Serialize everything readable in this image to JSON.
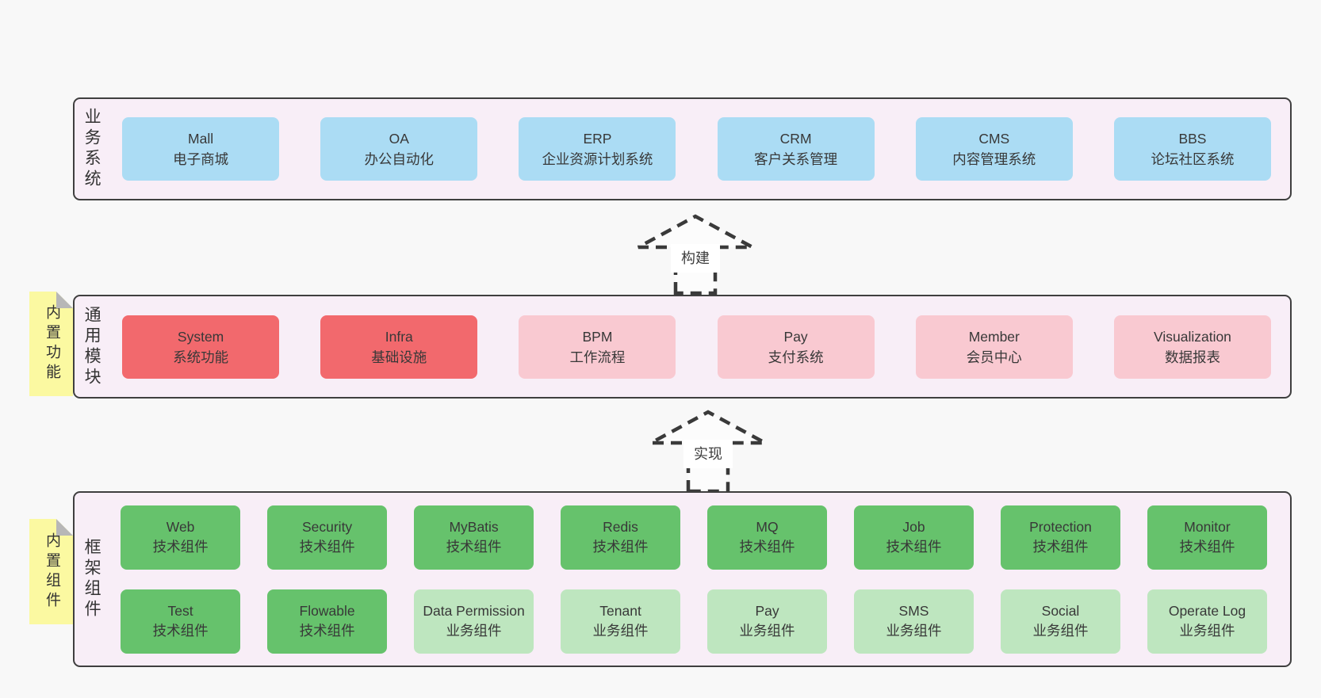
{
  "colors": {
    "blue": "#abdcf4",
    "red": "#f2696d",
    "pink": "#f9c9d1",
    "green": "#66c26c",
    "green_light": "#bee6bf",
    "sticky_yellow": "#fbf9a1",
    "layer_background": "#f8eef7",
    "border": "#3f3f3f"
  },
  "layers": {
    "business": {
      "label": "业务系统",
      "boxes": [
        {
          "name": "Mall",
          "desc": "电子商城",
          "variant": "blue"
        },
        {
          "name": "OA",
          "desc": "办公自动化",
          "variant": "blue"
        },
        {
          "name": "ERP",
          "desc": "企业资源计划系统",
          "variant": "blue"
        },
        {
          "name": "CRM",
          "desc": "客户关系管理",
          "variant": "blue"
        },
        {
          "name": "CMS",
          "desc": "内容管理系统",
          "variant": "blue"
        },
        {
          "name": "BBS",
          "desc": "论坛社区系统",
          "variant": "blue"
        }
      ]
    },
    "modules": {
      "label": "通用模块",
      "sticky": "内置功能",
      "boxes": [
        {
          "name": "System",
          "desc": "系统功能",
          "variant": "red"
        },
        {
          "name": "Infra",
          "desc": "基础设施",
          "variant": "red"
        },
        {
          "name": "BPM",
          "desc": "工作流程",
          "variant": "pink"
        },
        {
          "name": "Pay",
          "desc": "支付系统",
          "variant": "pink"
        },
        {
          "name": "Member",
          "desc": "会员中心",
          "variant": "pink"
        },
        {
          "name": "Visualization",
          "desc": "数据报表",
          "variant": "pink"
        }
      ]
    },
    "components": {
      "label": "框架组件",
      "sticky": "内置组件",
      "rows": {
        "row1": [
          {
            "name": "Web",
            "desc": "技术组件",
            "variant": "green"
          },
          {
            "name": "Security",
            "desc": "技术组件",
            "variant": "green"
          },
          {
            "name": "MyBatis",
            "desc": "技术组件",
            "variant": "green"
          },
          {
            "name": "Redis",
            "desc": "技术组件",
            "variant": "green"
          },
          {
            "name": "MQ",
            "desc": "技术组件",
            "variant": "green"
          },
          {
            "name": "Job",
            "desc": "技术组件",
            "variant": "green"
          },
          {
            "name": "Protection",
            "desc": "技术组件",
            "variant": "green"
          },
          {
            "name": "Monitor",
            "desc": "技术组件",
            "variant": "green"
          }
        ],
        "row2": [
          {
            "name": "Test",
            "desc": "技术组件",
            "variant": "green"
          },
          {
            "name": "Flowable",
            "desc": "技术组件",
            "variant": "green"
          },
          {
            "name": "Data Permission",
            "desc": "业务组件",
            "variant": "green_light"
          },
          {
            "name": "Tenant",
            "desc": "业务组件",
            "variant": "green_light"
          },
          {
            "name": "Pay",
            "desc": "业务组件",
            "variant": "green_light"
          },
          {
            "name": "SMS",
            "desc": "业务组件",
            "variant": "green_light"
          },
          {
            "name": "Social",
            "desc": "业务组件",
            "variant": "green_light"
          },
          {
            "name": "Operate Log",
            "desc": "业务组件",
            "variant": "green_light"
          }
        ]
      }
    }
  },
  "arrows": {
    "build": {
      "label": "构建"
    },
    "implement": {
      "label": "实现"
    }
  }
}
